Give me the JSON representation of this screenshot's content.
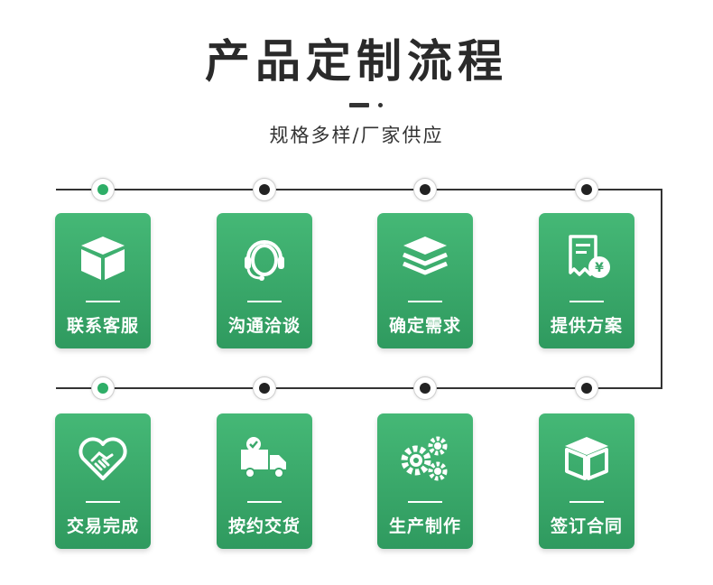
{
  "header": {
    "title": "产品定制流程",
    "subtitle": "规格多样/厂家供应"
  },
  "colors": {
    "card_top": "#45b876",
    "card_bottom": "#2f9a5f",
    "active_dot": "#2eae67",
    "dot": "#222222"
  },
  "steps": [
    {
      "label": "联系客服",
      "icon": "box-icon",
      "active": true
    },
    {
      "label": "沟通洽谈",
      "icon": "headset-icon",
      "active": false
    },
    {
      "label": "确定需求",
      "icon": "layers-icon",
      "active": false
    },
    {
      "label": "提供方案",
      "icon": "receipt-yen-icon",
      "active": false
    },
    {
      "label": "交易完成",
      "icon": "handshake-heart-icon",
      "active": true
    },
    {
      "label": "按约交货",
      "icon": "delivery-truck-icon",
      "active": false
    },
    {
      "label": "生产制作",
      "icon": "gears-icon",
      "active": false
    },
    {
      "label": "签订合同",
      "icon": "package-icon",
      "active": false
    }
  ]
}
